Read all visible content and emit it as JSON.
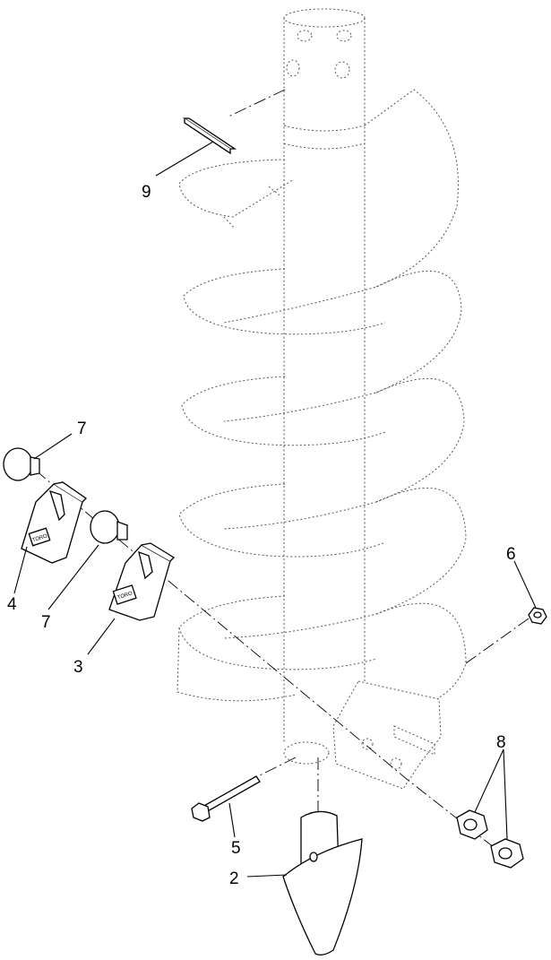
{
  "callouts": {
    "c9": "9",
    "c7a": "7",
    "c4": "4",
    "c7b": "7",
    "c3": "3",
    "c6": "6",
    "c8": "8",
    "c5": "5",
    "c2": "2"
  },
  "tooth_mark": "TORO"
}
